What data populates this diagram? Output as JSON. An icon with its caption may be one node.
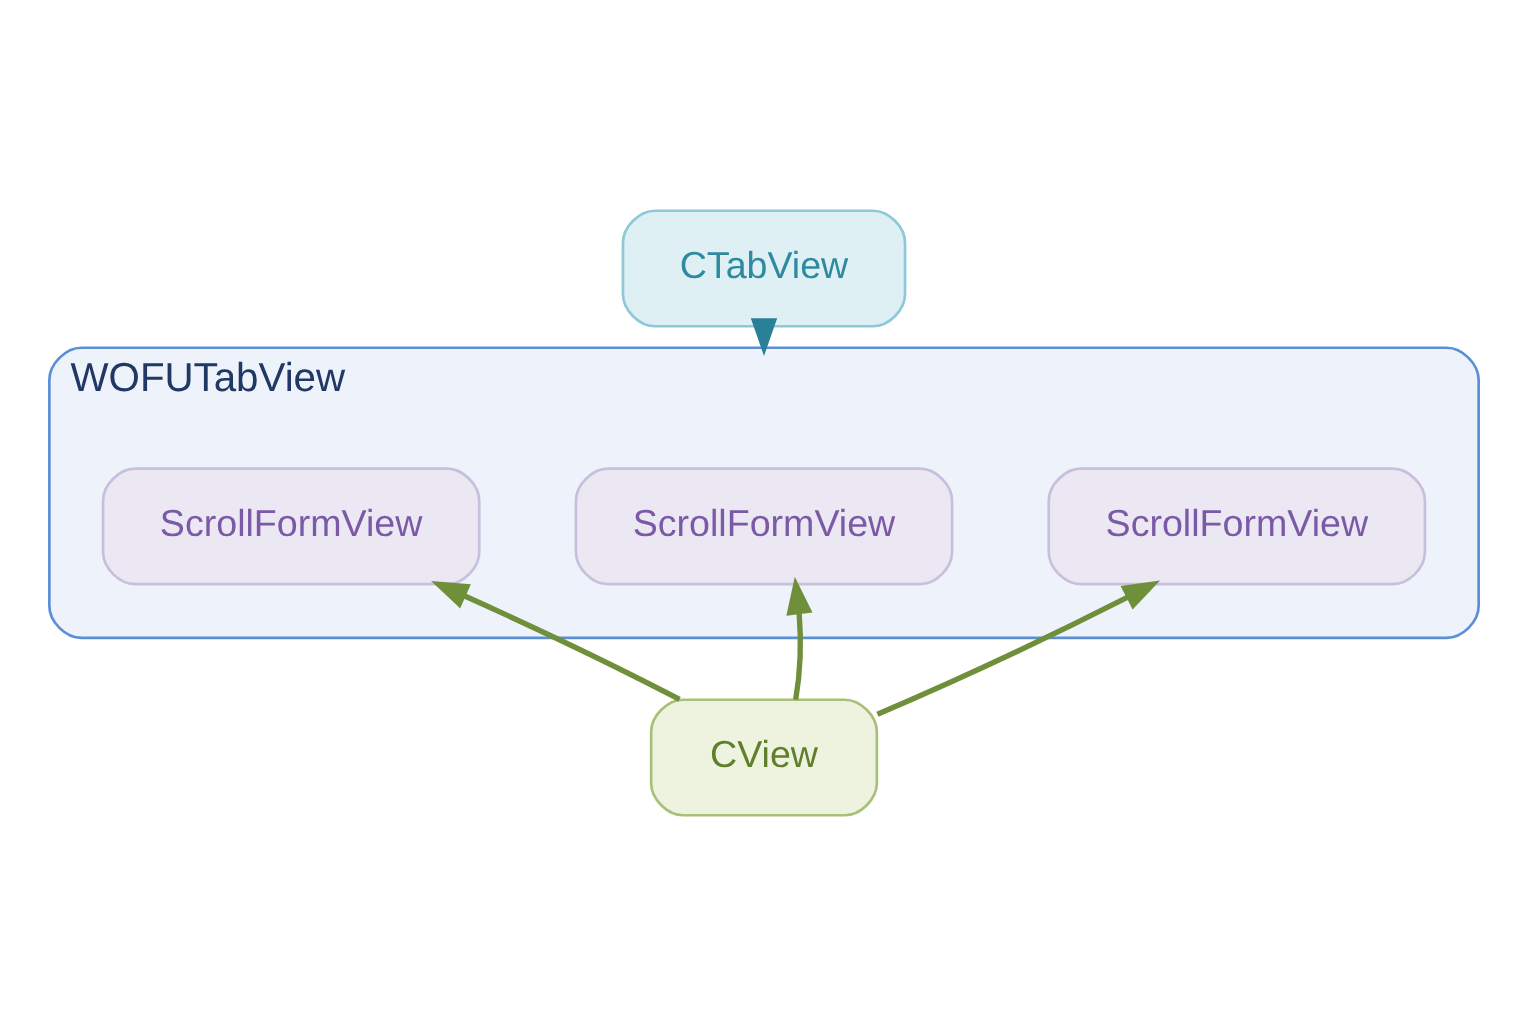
{
  "diagram": {
    "nodes": [
      {
        "text": [
          "CTabView"
        ]
      },
      {
        "text": [
          "WOFUTabView"
        ]
      },
      {
        "text": [
          "ScrollFormView"
        ],
        "in": 1
      },
      {
        "text": [
          "ScrollFormView"
        ],
        "in": 1
      },
      {
        "text": [
          "ScrollFormView"
        ],
        "in": 1
      },
      {
        "text": [
          "CView"
        ]
      }
    ],
    "edges": [
      {
        "from": 0,
        "to": 1,
        "arrow": "to",
        "color": "#2a8096"
      },
      {
        "from": 5,
        "to": 2,
        "arrow": "to"
      },
      {
        "from": 5,
        "to": 3,
        "arrow": "to"
      },
      {
        "from": 5,
        "to": 4,
        "arrow": "to"
      }
    ]
  }
}
